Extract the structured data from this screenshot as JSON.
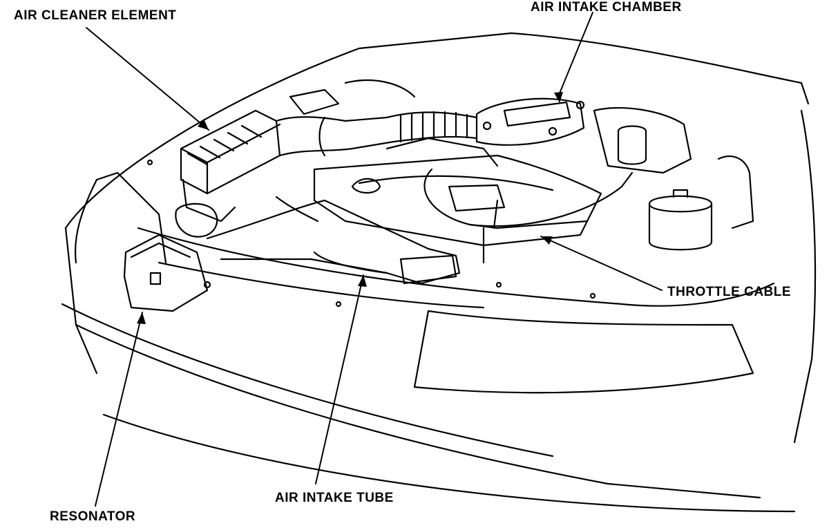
{
  "labels": {
    "air_cleaner_element": "AIR CLEANER ELEMENT",
    "air_intake_chamber": "AIR INTAKE CHAMBER",
    "throttle_cable": "THROTTLE CABLE",
    "air_intake_tube": "AIR INTAKE TUBE",
    "resonator": "RESONATOR"
  },
  "colors": {
    "ink": "#000000",
    "paper": "#ffffff"
  }
}
